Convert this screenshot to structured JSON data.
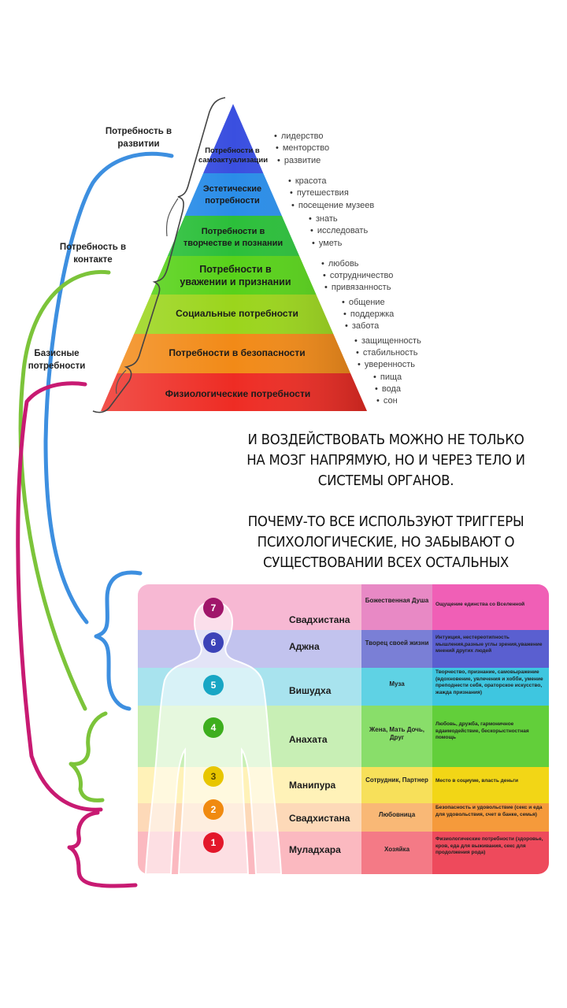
{
  "pyramid": {
    "levels": [
      {
        "label": "Потребности в самоактуализации",
        "bullets": [
          "лидерство",
          "менторство",
          "развитие"
        ]
      },
      {
        "label": "Эстетические потребности",
        "bullets": [
          "красота",
          "путешествия",
          "посещение музеев"
        ]
      },
      {
        "label": "Потребности в творчестве и познании",
        "bullets": [
          "знать",
          "исследовать",
          "уметь"
        ]
      },
      {
        "label": "Потребности в уважении и признании",
        "bullets": [
          "любовь",
          "сотрудничество",
          "привязанность"
        ]
      },
      {
        "label": "Социальные потребности",
        "bullets": [
          "общение",
          "поддержка",
          "забота"
        ]
      },
      {
        "label": "Потребности в безопасности",
        "bullets": [
          "защищенность",
          "стабильность",
          "уверенность"
        ]
      },
      {
        "label": "Физиологические потребности",
        "bullets": [
          "пища",
          "вода",
          "сон"
        ]
      }
    ],
    "groups": [
      {
        "label": "Потребность в развитии"
      },
      {
        "label": "Потребность в контакте"
      },
      {
        "label": "Базисные потребности"
      }
    ],
    "colors": [
      "#3a4fe0",
      "#2a8de8",
      "#2bbf3a",
      "#58d21a",
      "#9bd51c",
      "#f28a17",
      "#ee2c24"
    ]
  },
  "headline": {
    "line1": "И ВОЗДЕЙСТВОВАТЬ МОЖНО НЕ ТОЛЬКО",
    "line2": "НА МОЗГ НАПРЯМУЮ, НО И ЧЕРЕЗ ТЕЛО И",
    "line3": "СИСТЕМЫ ОРГАНОВ.",
    "line4": "ПОЧЕМУ-ТО ВСЕ ИСПОЛЬЗУЮТ ТРИГГЕРЫ",
    "line5": "ПСИХОЛОГИЧЕСКИЕ, НО ЗАБЫВАЮТ О",
    "line6": "СУЩЕСТВОВАНИИ ВСЕХ ОСТАЛЬНЫХ"
  },
  "chakras": [
    {
      "num": "7",
      "name": "Свадхистана",
      "role": "Божественная Душа",
      "desc": "Ощущение единства со Вселенной"
    },
    {
      "num": "6",
      "name": "Аджна",
      "role": "Творец своей жизни",
      "desc": "Интуиция, нестереотипность мышления,разные углы зрения,уважение мнений других людей"
    },
    {
      "num": "5",
      "name": "Вишудха",
      "role": "Муза",
      "desc": "Творчество, признание, самовыражение (вдохновение, увлечения и хобби, умение преподнести себя, ораторское искусство, жажда признания)"
    },
    {
      "num": "4",
      "name": "Анахата",
      "role": "Жена, Мать Дочь, Друг",
      "desc": "Любовь, дружба, гармоничное вдаимодействие, бескорыстностная помощь"
    },
    {
      "num": "3",
      "name": "Манипура",
      "role": "Сотрудник, Партнер",
      "desc": "Место в социуме, власть деньги"
    },
    {
      "num": "2",
      "name": "Свадхистана",
      "role": "Любовница",
      "desc": "Безопасность и удовольствие (секс и еда для удовольствия, счет в банке, семья)"
    },
    {
      "num": "1",
      "name": "Муладхара",
      "role": "Хозяйка",
      "desc": "Физиологические потребности (здоровье, кров, еда для выживания, секс для продолжения рода)"
    }
  ],
  "chakra_colors": {
    "left": [
      "#f7b8d3",
      "#c2c3ee",
      "#a8e3ee",
      "#c8efb5",
      "#fff2b8",
      "#fdd9b8",
      "#fbb9c0"
    ],
    "mid": [
      "#e889c5",
      "#7a7fd6",
      "#5fd2e4",
      "#89de6a",
      "#f7e05a",
      "#f9b876",
      "#f47a86"
    ],
    "right": [
      "#f05fb6",
      "#5a5fd0",
      "#3ec6e0",
      "#62cf3a",
      "#f2d616",
      "#f59a3b",
      "#ee4a5c"
    ],
    "dot": [
      "#a0166a",
      "#3b43b8",
      "#18a6c4",
      "#3dae1e",
      "#e8c600",
      "#f08a10",
      "#e3172a"
    ],
    "brace_blue": "#3d8fe0",
    "brace_green": "#7cc43a",
    "brace_magenta": "#c81a72"
  }
}
